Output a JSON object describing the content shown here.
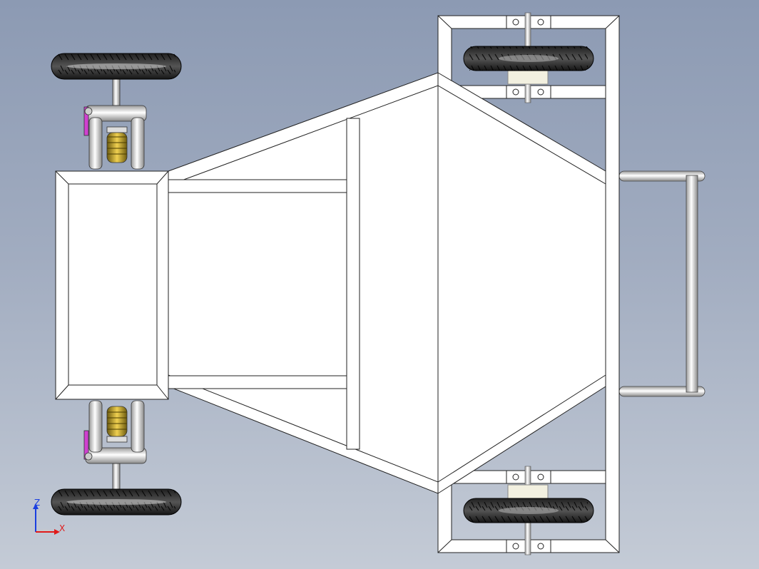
{
  "viewport": {
    "background_top": "#8c9ab3",
    "background_bottom": "#c4cbd6"
  },
  "model": {
    "components": [
      "front-left-tire",
      "front-right-tire",
      "rear-left-tire",
      "rear-right-tire",
      "seat-tub",
      "body-frame",
      "rear-frame",
      "handle",
      "suspension-springs"
    ]
  },
  "triad": {
    "z_label": "Z",
    "x_label": "X",
    "z_color": "#1a3fe0",
    "x_color": "#e01a1a"
  }
}
